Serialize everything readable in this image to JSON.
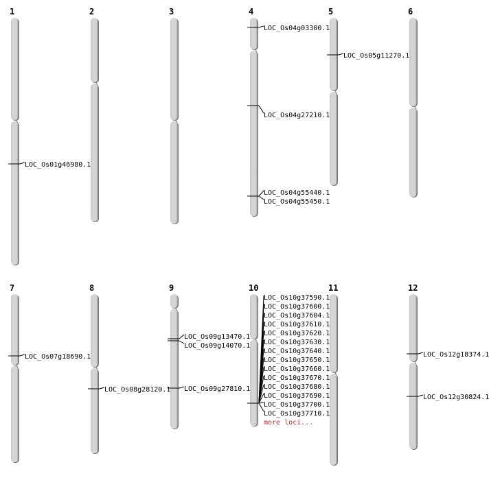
{
  "chromosomes": [
    {
      "label": "1",
      "loci": [
        "LOC_Os01g46980.1"
      ]
    },
    {
      "label": "2",
      "loci": []
    },
    {
      "label": "3",
      "loci": []
    },
    {
      "label": "4",
      "loci": [
        "LOC_Os04g03300.1",
        "LOC_Os04g27210.1",
        "LOC_Os04g55440.1",
        "LOC_Os04g55450.1"
      ]
    },
    {
      "label": "5",
      "loci": [
        "LOC_Os05g11270.1"
      ]
    },
    {
      "label": "6",
      "loci": []
    },
    {
      "label": "7",
      "loci": [
        "LOC_Os07g18690.1"
      ]
    },
    {
      "label": "8",
      "loci": [
        "LOC_Os08g28120.1"
      ]
    },
    {
      "label": "9",
      "loci": [
        "LOC_Os09g13470.1",
        "LOC_Os09g14070.1",
        "LOC_Os09g27810.1"
      ]
    },
    {
      "label": "10",
      "loci": [
        "LOC_Os10g37590.1",
        "LOC_Os10g37600.1",
        "LOC_Os10g37604.1",
        "LOC_Os10g37610.1",
        "LOC_Os10g37620.1",
        "LOC_Os10g37630.1",
        "LOC_Os10g37640.1",
        "LOC_Os10g37650.1",
        "LOC_Os10g37660.1",
        "LOC_Os10g37670.1",
        "LOC_Os10g37680.1",
        "LOC_Os10g37690.1",
        "LOC_Os10g37700.1",
        "LOC_Os10g37710.1"
      ],
      "more": "more loci..."
    },
    {
      "label": "11",
      "loci": []
    },
    {
      "label": "12",
      "loci": [
        "LOC_Os12g18374.1",
        "LOC_Os12g30824.1"
      ]
    }
  ],
  "colors": {
    "chromosome": "#d4d4d4",
    "shadow": "#808080",
    "more": "#c0282a"
  }
}
